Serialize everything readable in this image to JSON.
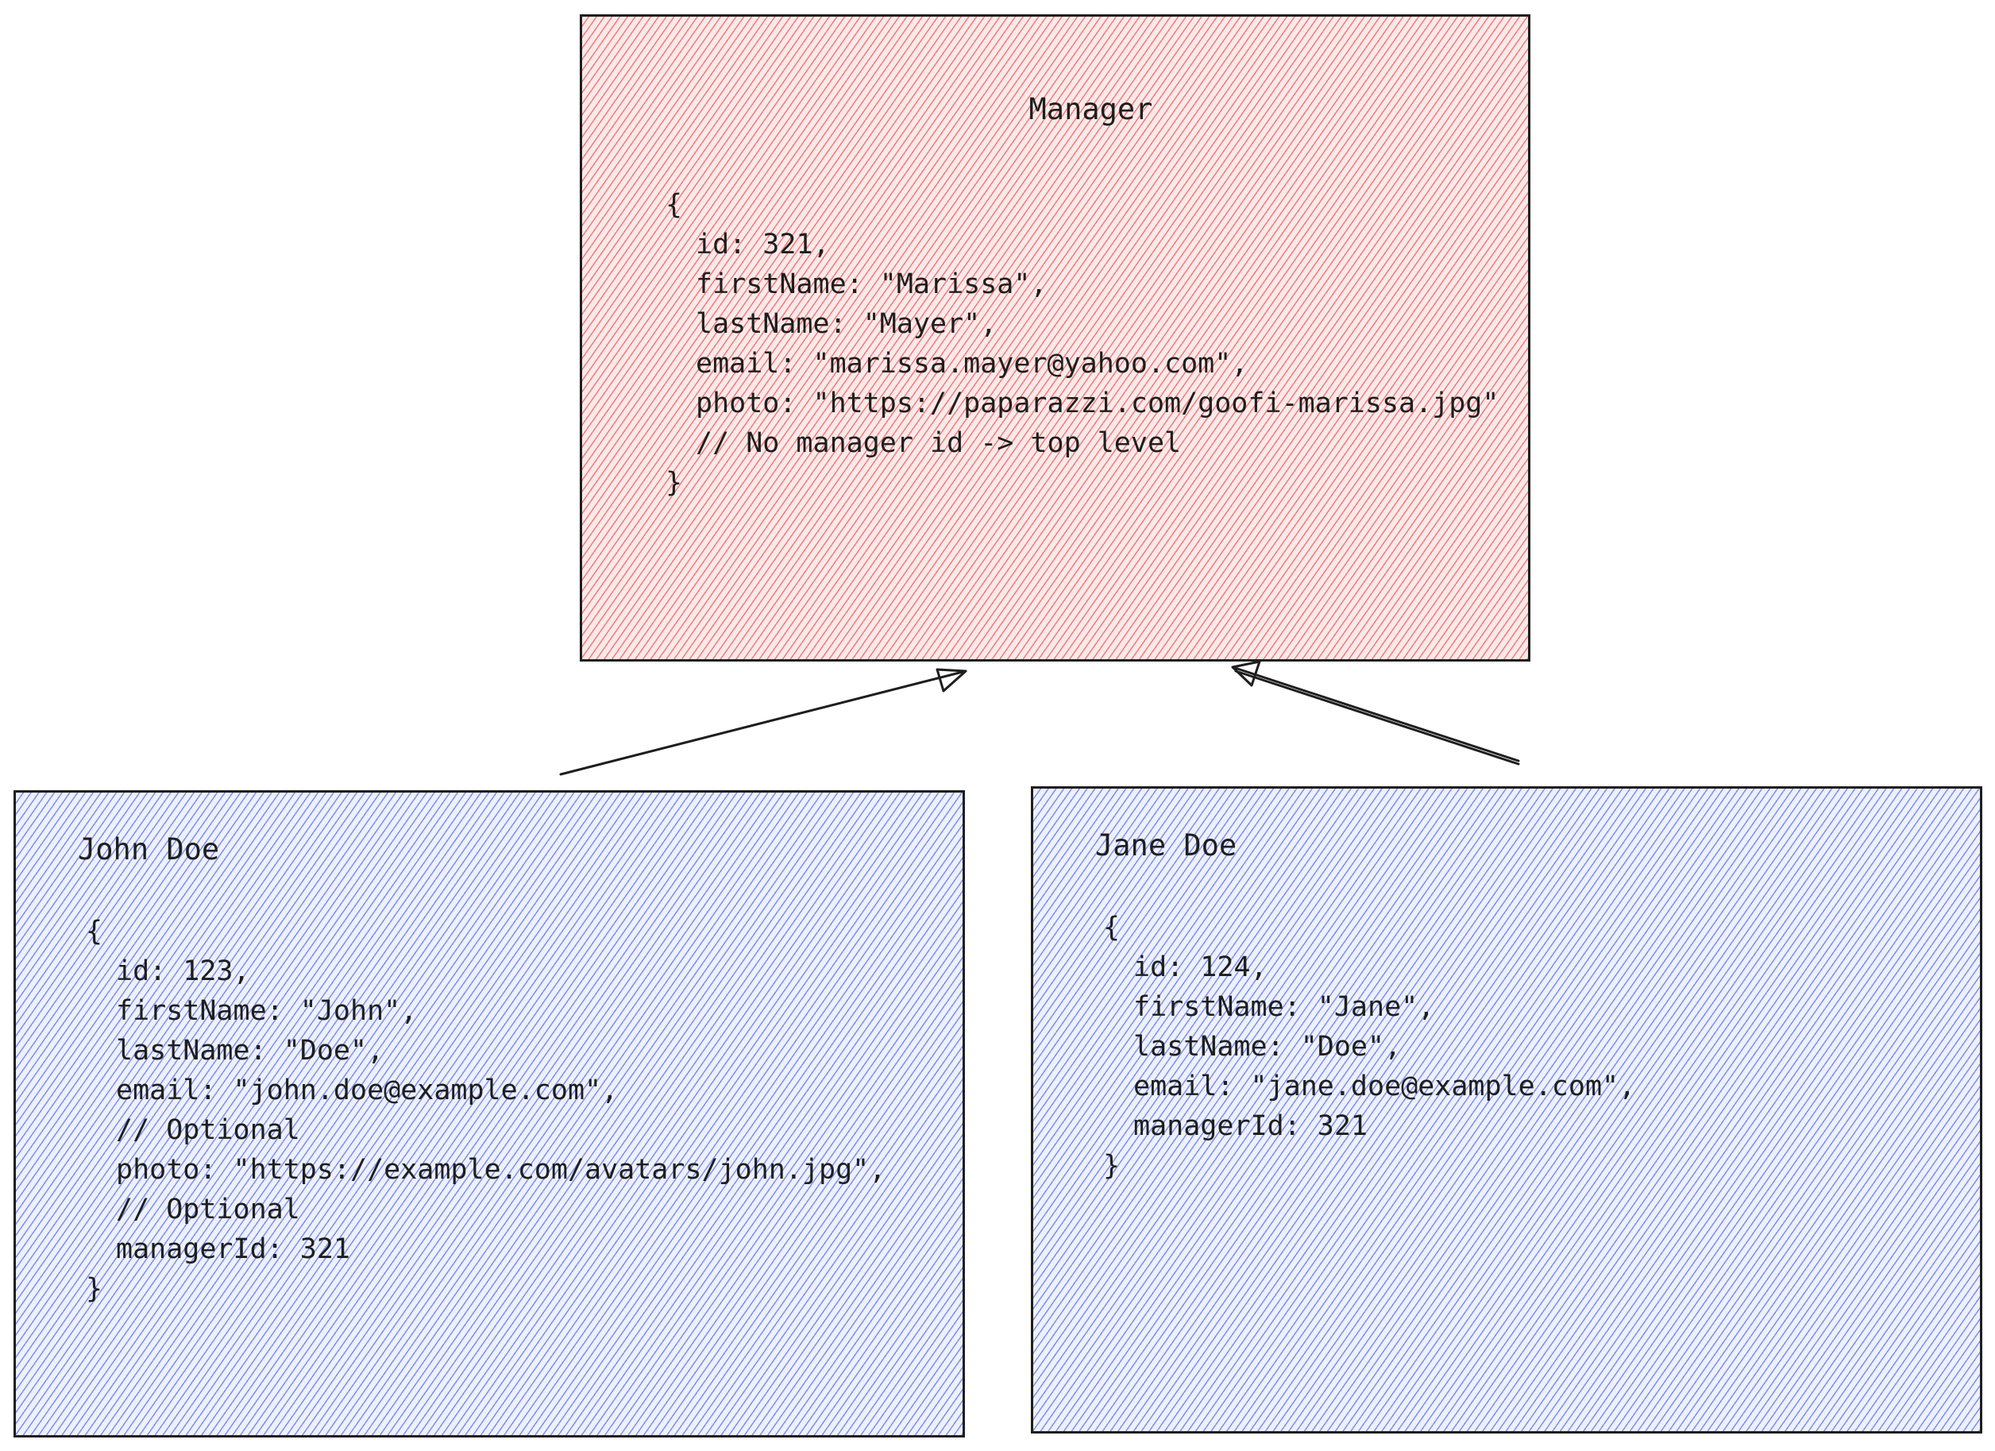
{
  "colors": {
    "manager_fill": "#e03131",
    "employee_fill": "#3b5bdb",
    "stroke": "#1e1e1e"
  },
  "manager": {
    "title": "Manager",
    "open": "{",
    "lines": [
      "id: 321,",
      "firstName: \"Marissa\",",
      "lastName: \"Mayer\",",
      "email: \"marissa.mayer@yahoo.com\",",
      "photo: \"https://paparazzi.com/goofi-marissa.jpg\"",
      "// No manager id -> top level"
    ],
    "close": "}"
  },
  "john": {
    "title": "John Doe",
    "open": "{",
    "lines": [
      "id: 123,",
      "firstName: \"John\",",
      "lastName: \"Doe\",",
      "email: \"john.doe@example.com\",",
      "// Optional",
      "photo: \"https://example.com/avatars/john.jpg\",",
      "// Optional",
      "managerId: 321"
    ],
    "close": "}"
  },
  "jane": {
    "title": "Jane Doe",
    "open": "{",
    "lines": [
      "id: 124,",
      "firstName: \"Jane\",",
      "lastName: \"Doe\",",
      "email: \"jane.doe@example.com\",",
      "managerId: 321"
    ],
    "close": "}"
  },
  "edges": [
    {
      "from": "john",
      "to": "manager"
    },
    {
      "from": "jane",
      "to": "manager"
    }
  ]
}
